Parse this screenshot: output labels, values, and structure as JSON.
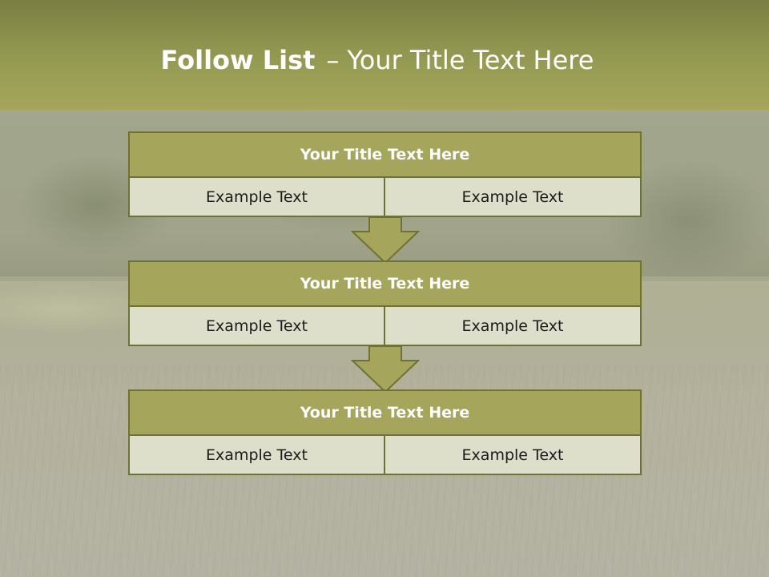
{
  "slide": {
    "title_bold": "Follow List",
    "title_sep": "–",
    "title_rest": "Your Title Text Here"
  },
  "blocks": [
    {
      "title": "Your Title Text Here",
      "left": "Example Text",
      "right": "Example Text"
    },
    {
      "title": "Your Title Text Here",
      "left": "Example Text",
      "right": "Example Text"
    },
    {
      "title": "Your Title Text Here",
      "left": "Example Text",
      "right": "Example Text"
    }
  ],
  "colors": {
    "header": "#959a52",
    "block_title": "#a5a65c",
    "block_cell": "#dddfcb",
    "border": "#6f7331",
    "arrow": "#a5a65c"
  }
}
